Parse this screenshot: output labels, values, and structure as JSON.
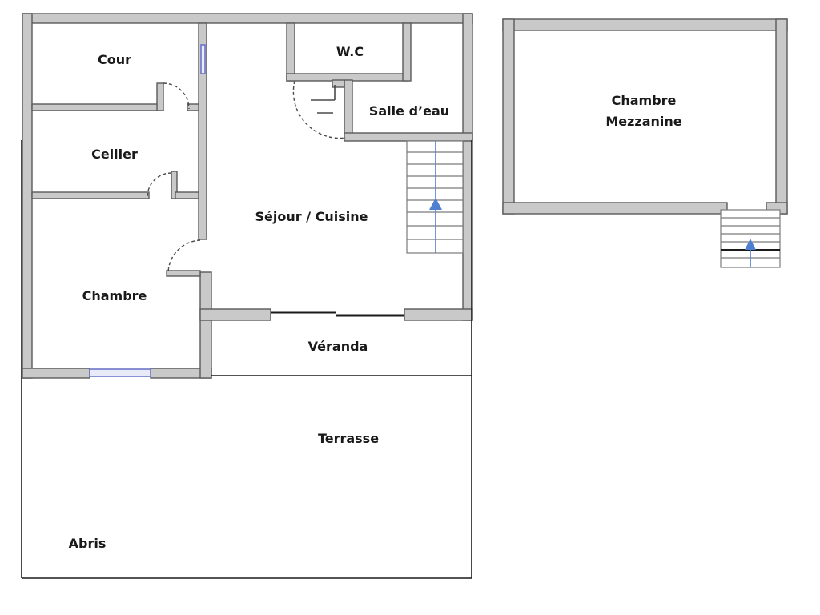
{
  "rooms": {
    "cour": "Cour",
    "wc": "W.C",
    "salle_deau": "Salle d’eau",
    "cellier": "Cellier",
    "sejour": "Séjour / Cuisine",
    "chambre": "Chambre",
    "veranda": "Véranda",
    "terrasse": "Terrasse",
    "abris": "Abris",
    "mezzanine_line1": "Chambre",
    "mezzanine_line2": "Mezzanine"
  },
  "colors": {
    "wall_fill": "#c9c9c9",
    "wall_stroke": "#5a5a5a",
    "stair_arrow": "#4f7fd1",
    "window": "#6d74c9"
  }
}
